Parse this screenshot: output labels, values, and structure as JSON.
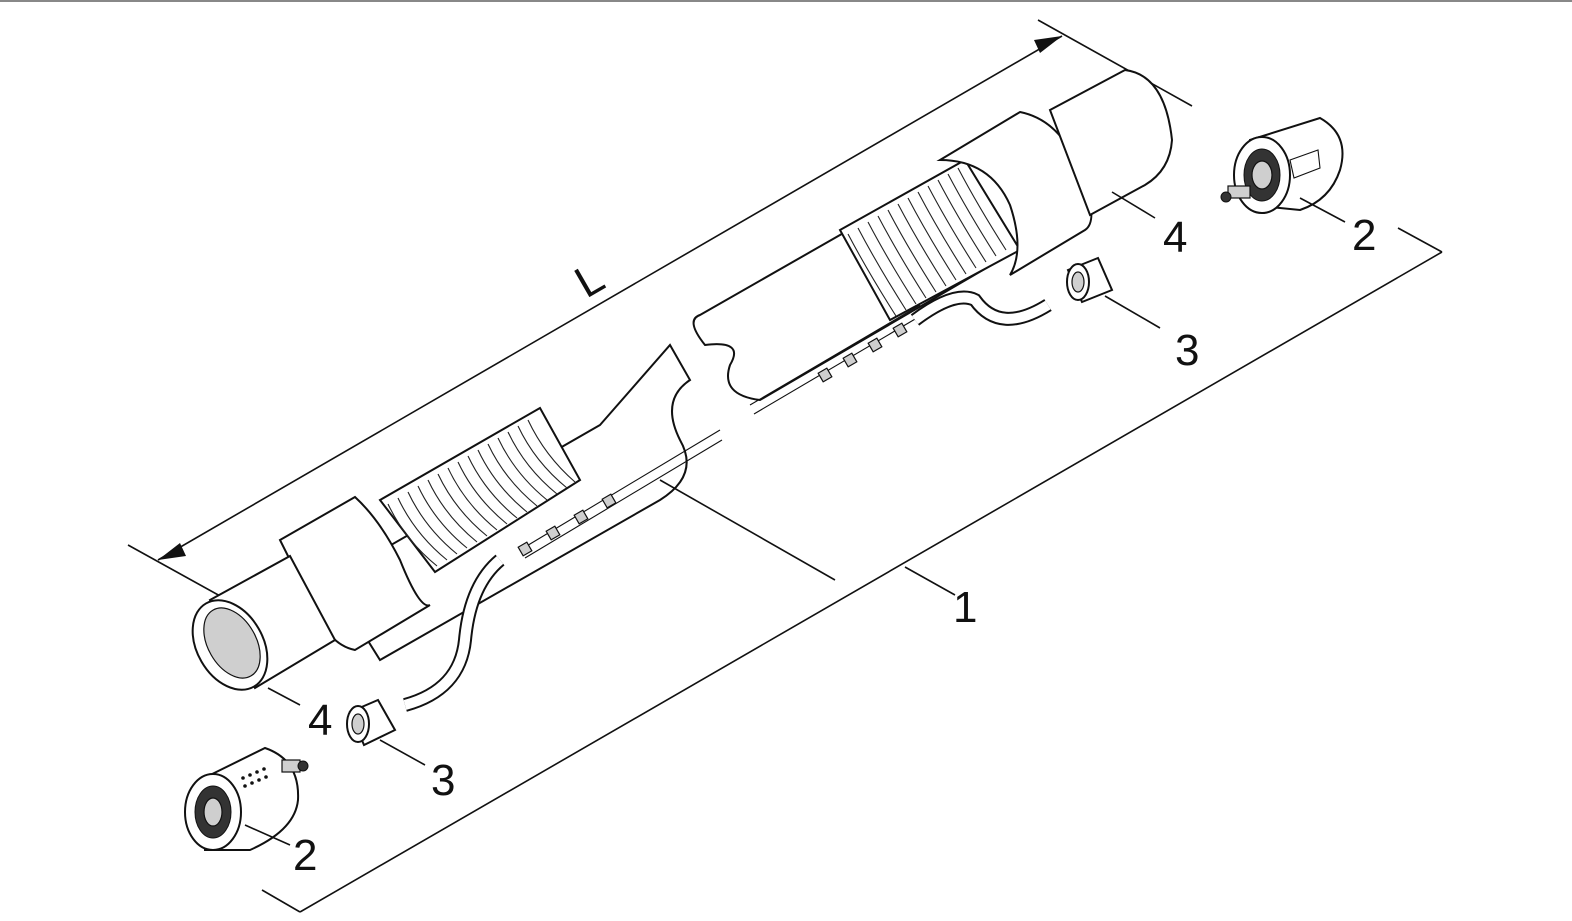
{
  "dimension": {
    "label": "L"
  },
  "callouts": {
    "item_1": "1",
    "item_2_right": "2",
    "item_2_left": "2",
    "item_3_right": "3",
    "item_3_left": "3",
    "item_4_right": "4",
    "item_4_left": "4"
  }
}
